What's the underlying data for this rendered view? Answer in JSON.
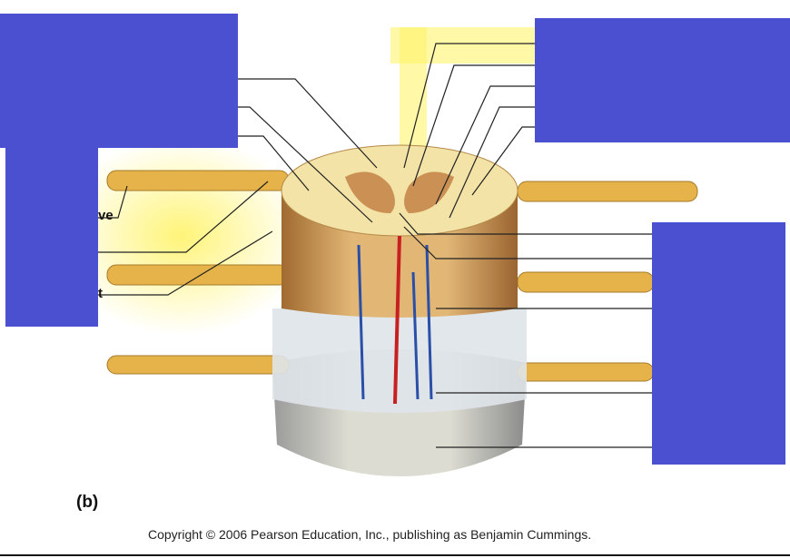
{
  "figure": {
    "panel_label": "(b)",
    "copyright": "Copyright © 2006 Pearson Education, Inc., publishing as Benjamin Cummings.",
    "partial_labels": [
      "ve",
      "t"
    ],
    "mask_color": "#4a50cf"
  }
}
